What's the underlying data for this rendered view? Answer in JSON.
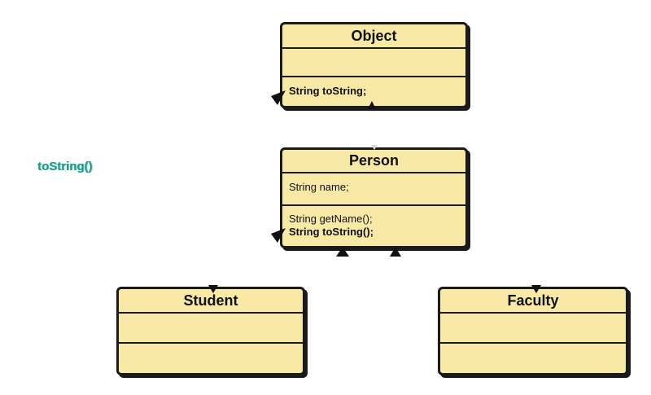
{
  "diagram": {
    "kind": "uml-class-inheritance",
    "colors": {
      "background": "#ffffff",
      "box_fill": "#F8E9A7",
      "box_border": "#1A1A1A",
      "text": "#111111",
      "annotation": "#1C9C8C"
    },
    "classes": [
      {
        "name": "Object",
        "attributes": [],
        "methods": [
          {
            "text": "String toString;",
            "bold": true
          }
        ]
      },
      {
        "name": "Person",
        "attributes": [
          {
            "text": "String name;",
            "bold": false
          }
        ],
        "methods": [
          {
            "text": "String getName();",
            "bold": false
          },
          {
            "text": "String toString();",
            "bold": true
          }
        ]
      },
      {
        "name": "Student",
        "attributes": [],
        "methods": []
      },
      {
        "name": "Faculty",
        "attributes": [],
        "methods": []
      }
    ],
    "annotation": {
      "label": "toString()"
    },
    "relations": [
      {
        "from": "Person",
        "to": "Object"
      },
      {
        "from": "Student",
        "to": "Person"
      },
      {
        "from": "Faculty",
        "to": "Person"
      }
    ]
  }
}
